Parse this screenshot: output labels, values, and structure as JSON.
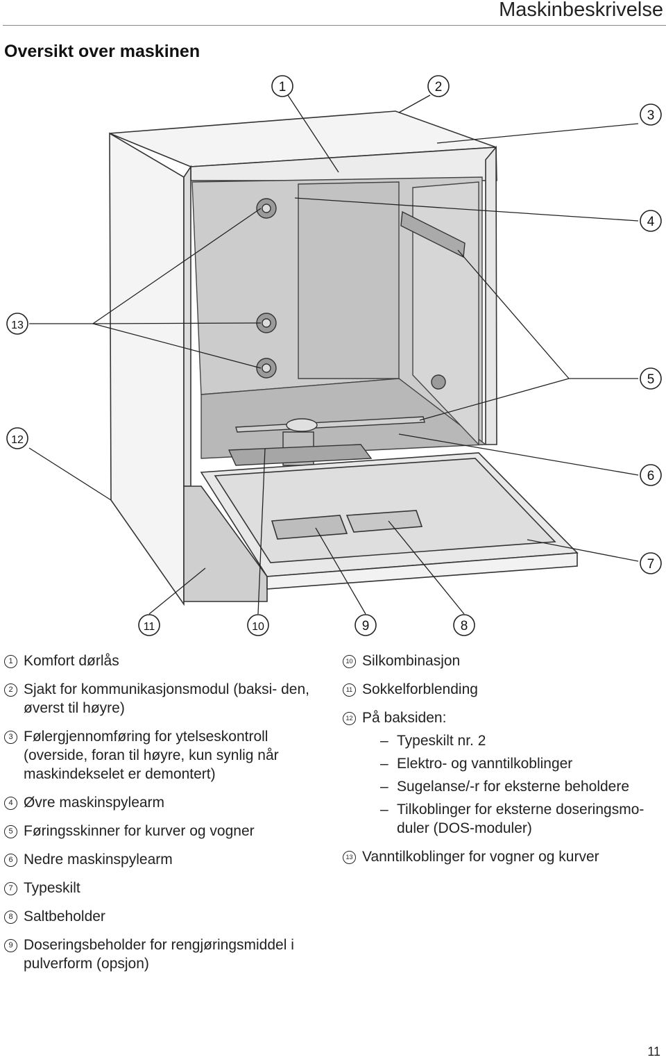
{
  "header": {
    "title": "Maskinbeskrivelse"
  },
  "section": {
    "title": "Oversikt over maskinen"
  },
  "callouts": [
    "1",
    "2",
    "3",
    "4",
    "5",
    "6",
    "7",
    "8",
    "9",
    "10",
    "11",
    "12",
    "13"
  ],
  "legend_left": [
    {
      "num": "1",
      "text": "Komfort dørlås"
    },
    {
      "num": "2",
      "text": "Sjakt for kommunikasjonsmodul (baksi- den, øverst til høyre)"
    },
    {
      "num": "3",
      "text": "Følergjennomføring for ytelseskontroll (overside, foran til høyre, kun synlig når maskindekselet er demontert)"
    },
    {
      "num": "4",
      "text": "Øvre maskinspylearm"
    },
    {
      "num": "5",
      "text": "Føringsskinner for kurver og vogner"
    },
    {
      "num": "6",
      "text": "Nedre maskinspylearm"
    },
    {
      "num": "7",
      "text": "Typeskilt"
    },
    {
      "num": "8",
      "text": "Saltbeholder"
    },
    {
      "num": "9",
      "text": "Doseringsbeholder for rengjøringsmiddel i pulverform (opsjon)"
    }
  ],
  "legend_right": {
    "item10": {
      "num": "10",
      "text": "Silkombinasjon"
    },
    "item11": {
      "num": "11",
      "text": "Sokkelforblending"
    },
    "item12": {
      "num": "12",
      "text": "På baksiden:",
      "subs": [
        "Typeskilt nr. 2",
        "Elektro- og vanntilkoblinger",
        "Sugelanse/-r for eksterne beholdere",
        "Tilkoblinger for eksterne doseringsmo- duler (DOS-moduler)"
      ]
    },
    "item13": {
      "num": "13",
      "text": "Vanntilkoblinger for vogner og kurver"
    }
  },
  "page_number": "11"
}
